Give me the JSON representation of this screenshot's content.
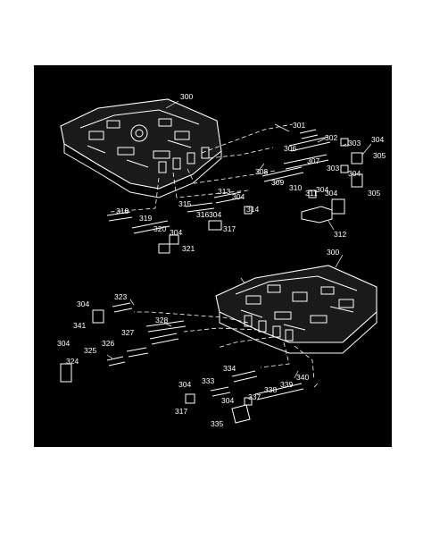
{
  "colors": {
    "page_bg": "#ffffff",
    "panel_bg": "#000000",
    "ink": "#ffffff"
  },
  "diagram": {
    "upper_assembly": {
      "plate_callout": "300",
      "callouts": [
        "301",
        "302",
        "303",
        "304",
        "305",
        "306",
        "307",
        "303",
        "304",
        "304",
        "305",
        "308",
        "309",
        "310",
        "311",
        "304",
        "312",
        "313",
        "304",
        "314",
        "315",
        "316",
        "304",
        "317",
        "318",
        "319",
        "320",
        "304",
        "321"
      ]
    },
    "lower_assembly": {
      "plate_callout": "300",
      "callouts": [
        "304",
        "323",
        "341",
        "328",
        "304",
        "325",
        "326",
        "327",
        "324",
        "334",
        "304",
        "333",
        "317",
        "304",
        "337",
        "338",
        "339",
        "340",
        "335"
      ]
    }
  }
}
